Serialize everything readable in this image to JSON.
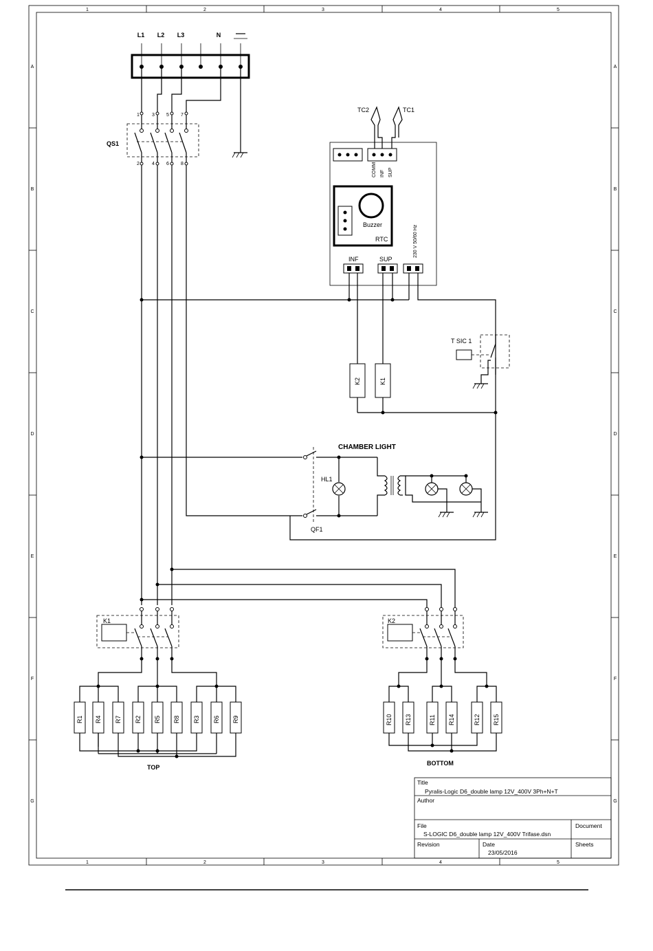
{
  "frame": {
    "col_labels": [
      "1",
      "2",
      "3",
      "4",
      "5"
    ],
    "row_labels": [
      "A",
      "B",
      "C",
      "D",
      "E",
      "F",
      "G"
    ]
  },
  "terminals": {
    "l1": "L1",
    "l2": "L2",
    "l3": "L3",
    "n": "N"
  },
  "qs1": {
    "name": "QS1",
    "top_pins": [
      "1",
      "3",
      "5",
      "7"
    ],
    "bottom_pins": [
      "2",
      "4",
      "6",
      "8"
    ]
  },
  "controller": {
    "tc2": "TC2",
    "tc1": "TC1",
    "comm": "COMM",
    "inf": "INF",
    "sup": "SUP",
    "buzzer": "Buzzer",
    "rtc": "RTC",
    "power": "230 V 50/60 Hz",
    "relay_inf": "INF",
    "relay_sup": "SUP"
  },
  "tsic": "T SIC 1",
  "coils": {
    "k2": "K2",
    "k1": "K1"
  },
  "chamber": {
    "title": "CHAMBER LIGHT",
    "hl1": "HL1",
    "qf1": "QF1"
  },
  "contactors": {
    "k1": "K1",
    "k2": "K2"
  },
  "top_resistors": [
    "R1",
    "R4",
    "R7",
    "R2",
    "R5",
    "R8",
    "R3",
    "R6",
    "R9"
  ],
  "bottom_resistors": [
    "R10",
    "R13",
    "R11",
    "R14",
    "R12",
    "R15"
  ],
  "top_label": "TOP",
  "bottom_label": "BOTTOM",
  "title_block": {
    "title_lbl": "Title",
    "title_val": "Pyralis-Logic D6_double lamp 12V_400V 3Ph+N+T",
    "author_lbl": "Author",
    "file_lbl": "File",
    "file_val": "S-LOGIC D6_double lamp 12V_400V Trifase.dsn",
    "document_lbl": "Document",
    "revision_lbl": "Revision",
    "date_lbl": "Date",
    "date_val": "23/05/2016",
    "sheets_lbl": "Sheets"
  }
}
